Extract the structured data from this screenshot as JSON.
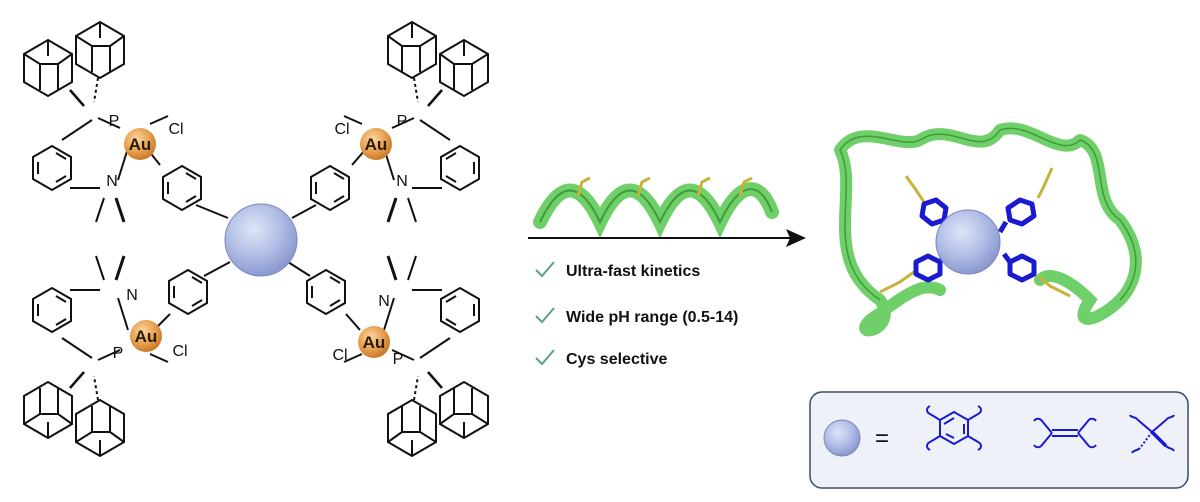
{
  "reagent": {
    "metal_label": "Au",
    "phosphorus_label": "P",
    "nitrogen_label": "N",
    "chloride_label": "Cl",
    "core_color": "#b3bfe6",
    "gold_color": "#e8a04f"
  },
  "reaction": {
    "conditions": [
      "Ultra-fast kinetics",
      "Wide pH range (0.5-14)",
      "Cys selective"
    ],
    "check_color": "#5f9e86",
    "peptide_color": "#6fd06a",
    "linker_color": "#1a1ad0"
  },
  "legend": {
    "equals": "=",
    "background": "#eef1f8"
  }
}
